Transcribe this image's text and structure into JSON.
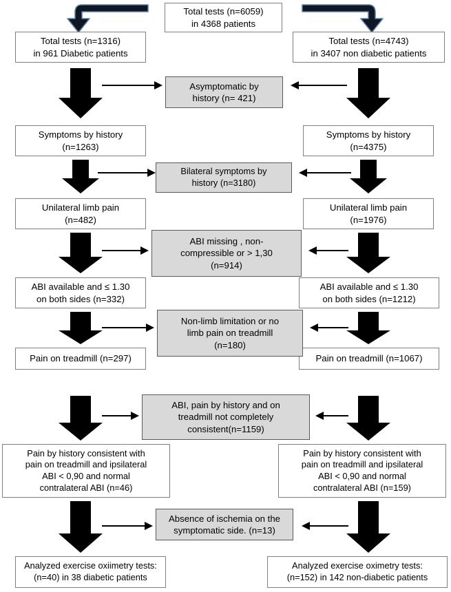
{
  "diagram": {
    "title": "Patient and test selection flow diagram",
    "colors": {
      "box_fill_white": "#ffffff",
      "box_fill_gray": "#d9d9d9",
      "box_border_white": "#808080",
      "box_border_gray": "#595959",
      "arrow_black": "#000000",
      "elbow_outline_blue": "#4a6f96",
      "text": "#000000"
    },
    "root": {
      "label": "Total tests (n=6059)\nin 4368 patients",
      "line1": "Total tests (n=6059)",
      "line2": "in 4368 patients"
    },
    "left_branch": {
      "name": "diabetic",
      "boxes": [
        {
          "id": "left-total-tests",
          "line1": "Total tests (n=1316)",
          "line2": "in 961 Diabetic patients"
        },
        {
          "id": "left-symptoms",
          "line1": "Symptoms by history",
          "line2": "(n=1263)"
        },
        {
          "id": "left-unilateral",
          "line1": "Unilateral limb pain",
          "line2": "(n=482)"
        },
        {
          "id": "left-abi-available",
          "line1": "ABI available and ≤ 1.30",
          "line2": "on both sides (n=332)"
        },
        {
          "id": "left-pain-treadmill",
          "line1": "Pain on treadmill (n=297)",
          "line2": ""
        },
        {
          "id": "left-consistent",
          "line1": "Pain by history consistent with",
          "line2": "pain on treadmill and  ipsilateral",
          "line3": "ABI < 0,90 and normal",
          "line4": "contralateral ABI (n=46)"
        },
        {
          "id": "left-analyzed",
          "line1": "Analyzed exercise oxiimetry tests:",
          "line2": "(n=40) in 38 diabetic patients"
        }
      ]
    },
    "right_branch": {
      "name": "non-diabetic",
      "boxes": [
        {
          "id": "right-total-tests",
          "line1": "Total tests (n=4743)",
          "line2": "in 3407 non diabetic patients"
        },
        {
          "id": "right-symptoms",
          "line1": "Symptoms by history",
          "line2": "(n=4375)"
        },
        {
          "id": "right-unilateral",
          "line1": "Unilateral limb pain",
          "line2": "(n=1976)"
        },
        {
          "id": "right-abi-available",
          "line1": "ABI available and ≤ 1.30",
          "line2": "on both sides (n=1212)"
        },
        {
          "id": "right-pain-treadmill",
          "line1": "Pain on treadmill (n=1067)",
          "line2": ""
        },
        {
          "id": "right-consistent",
          "line1": "Pain by history consistent with",
          "line2": "pain on treadmill and  ipsilateral",
          "line3": "ABI < 0,90 and normal",
          "line4": "contralateral ABI (n=159)"
        },
        {
          "id": "right-analyzed",
          "line1": "Analyzed exercise oximetry tests:",
          "line2": "(n=152) in 142 non-diabetic patients"
        }
      ]
    },
    "exclusions": [
      {
        "id": "excl-asymptomatic",
        "line1": "Asymptomatic by",
        "line2": "history (n= 421)",
        "line3": "",
        "n": 421
      },
      {
        "id": "excl-bilateral",
        "line1": "Bilateral symptoms  by",
        "line2": "history (n=3180)",
        "line3": "",
        "n": 3180
      },
      {
        "id": "excl-abi-missing",
        "line1": "ABI missing , non-",
        "line2": "compressible or > 1,30",
        "line3": "(n=914)",
        "n": 914
      },
      {
        "id": "excl-non-limb",
        "line1": "Non-limb limitation or no",
        "line2": "limb pain on treadmill",
        "line3": "(n=180)",
        "n": 180
      },
      {
        "id": "excl-inconsistent",
        "line1": "ABI, pain by history and on",
        "line2": "treadmill not completely",
        "line3": "consistent(n=1159)",
        "n": 1159
      },
      {
        "id": "excl-no-ischemia",
        "line1": "Absence of ischemia on the",
        "line2": "symptomatic side. (n=13)",
        "line3": "",
        "n": 13
      }
    ],
    "chart_data": {
      "type": "flowchart",
      "title": "Exercise oximetry test selection (diabetic vs non-diabetic)",
      "root_n_tests": 6059,
      "root_n_patients": 4368,
      "branches": [
        {
          "name": "Diabetic",
          "steps": [
            {
              "label": "Total tests",
              "n": 1316,
              "patients": 961
            },
            {
              "label": "Symptoms by history",
              "n": 1263
            },
            {
              "label": "Unilateral limb pain",
              "n": 482
            },
            {
              "label": "ABI available and <= 1.30 on both sides",
              "n": 332
            },
            {
              "label": "Pain on treadmill",
              "n": 297
            },
            {
              "label": "Pain by history consistent with pain on treadmill and ipsilateral ABI < 0,90 and normal contralateral ABI",
              "n": 46
            },
            {
              "label": "Analyzed exercise oxiimetry tests",
              "n": 40,
              "patients": 38
            }
          ]
        },
        {
          "name": "Non-diabetic",
          "steps": [
            {
              "label": "Total tests",
              "n": 4743,
              "patients": 3407
            },
            {
              "label": "Symptoms by history",
              "n": 4375
            },
            {
              "label": "Unilateral limb pain",
              "n": 1976
            },
            {
              "label": "ABI available and <= 1.30 on both sides",
              "n": 1212
            },
            {
              "label": "Pain on treadmill",
              "n": 1067
            },
            {
              "label": "Pain by history consistent with pain on treadmill and ipsilateral ABI < 0,90 and normal contralateral ABI",
              "n": 159
            },
            {
              "label": "Analyzed exercise oximetry tests",
              "n": 152,
              "patients": 142
            }
          ]
        }
      ],
      "exclusions": [
        {
          "label": "Asymptomatic by history",
          "n": 421
        },
        {
          "label": "Bilateral symptoms by history",
          "n": 3180
        },
        {
          "label": "ABI missing , non-compressible or > 1,30",
          "n": 914
        },
        {
          "label": "Non-limb limitation or no limb pain on treadmill",
          "n": 180
        },
        {
          "label": "ABI, pain by history and on treadmill not completely consistent",
          "n": 1159
        },
        {
          "label": "Absence of ischemia on the symptomatic side.",
          "n": 13
        }
      ]
    }
  }
}
